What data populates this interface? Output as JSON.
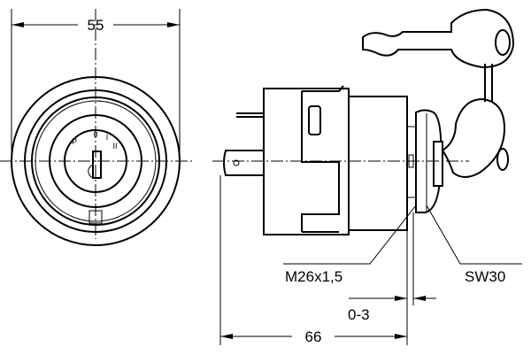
{
  "front_view": {
    "dimension_label": "55",
    "positions": [
      "P",
      "0",
      "I",
      "II"
    ]
  },
  "side_view": {
    "thread_label": "M26x1,5",
    "wrench_label": "SW30",
    "panel_range_label": "0-3",
    "length_label": "66"
  }
}
